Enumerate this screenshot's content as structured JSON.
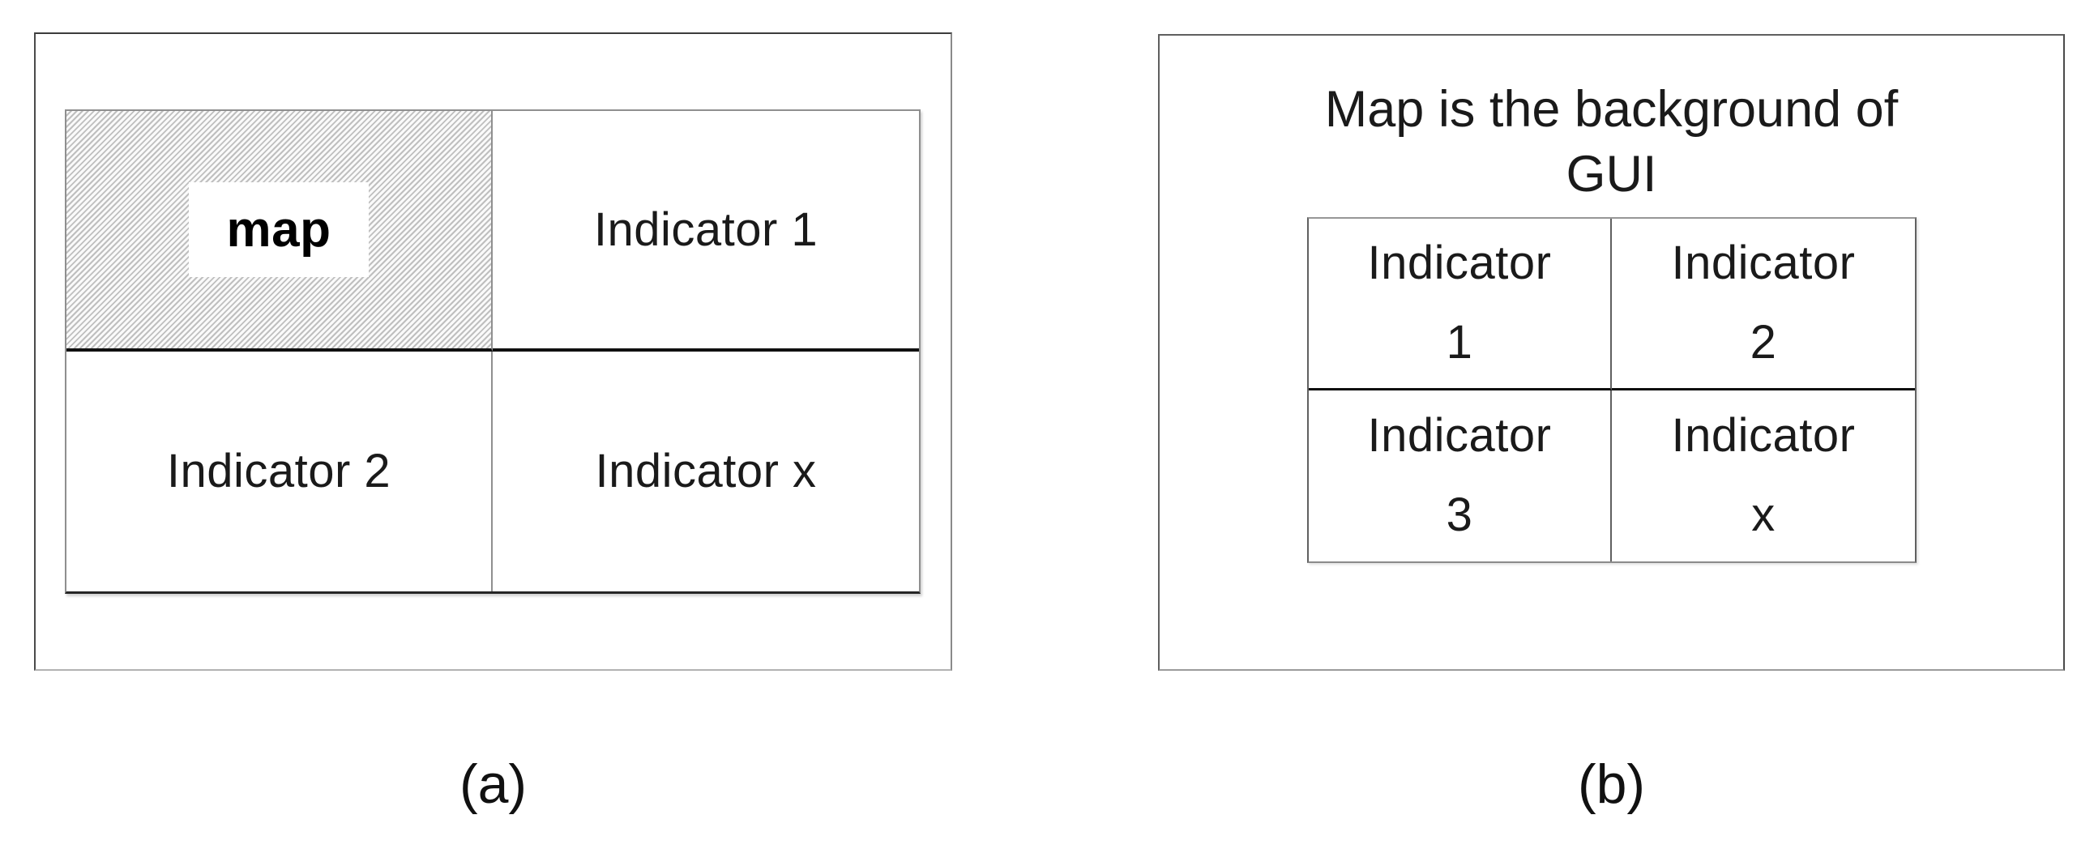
{
  "panel_a": {
    "map_label": "map",
    "indicator_top_right": "Indicator 1",
    "indicator_bottom_left": "Indicator 2",
    "indicator_bottom_right": "Indicator x",
    "caption": "(a)"
  },
  "panel_b": {
    "title_line1": "Map is the background of",
    "title_line2": "GUI",
    "cells": [
      {
        "line1": "Indicator",
        "line2": "1"
      },
      {
        "line1": "Indicator",
        "line2": "2"
      },
      {
        "line1": "Indicator",
        "line2": "3"
      },
      {
        "line1": "Indicator",
        "line2": "x"
      }
    ],
    "caption": "(b)"
  },
  "colors": {
    "text": "#1a1a1a",
    "divider_dark": "#101010",
    "border_gray": "#8f8f8f",
    "hatch_stripe": "#bfbfbf"
  }
}
